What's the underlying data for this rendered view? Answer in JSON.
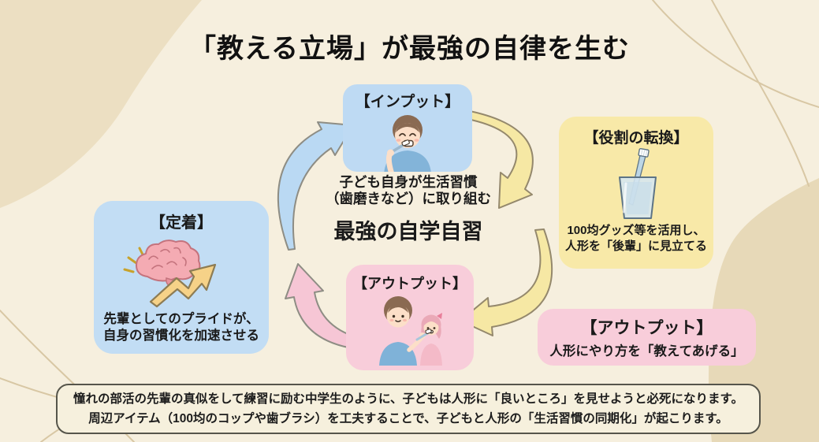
{
  "title": "「教える立場」が最強の自律を生む",
  "center_caption": "最強の自学自習",
  "nodes": {
    "input": {
      "label": "【インプット】",
      "caption_line1": "子ども自身が生活習慣",
      "caption_line2": "（歯磨きなど）に取り組む",
      "color": "#bedaf3"
    },
    "role": {
      "label": "【役割の転換】",
      "caption_line1": "100均グッズ等を活用し、",
      "caption_line2": "人形を「後輩」に見立てる",
      "color": "#f8e9a8"
    },
    "output": {
      "label": "【アウトプット】",
      "color": "#f8cdda"
    },
    "retention": {
      "label": "【定着】",
      "caption_line1": "先輩としてのプライドが、",
      "caption_line2": "自身の習慣化を加速させる",
      "color": "#c2ddf4"
    },
    "output_note": {
      "label": "【アウトプット】",
      "caption": "人形にやり方を「教えてあげる」",
      "color": "#f8cdda"
    }
  },
  "icons": {
    "input": "boy-brushing-teeth",
    "role": "toothbrush-in-cup",
    "retention": "brain-with-growth-arrow",
    "output": "boy-brushing-doll-teeth"
  },
  "arrows": [
    {
      "name": "retention-to-input",
      "color": "#bad9f3"
    },
    {
      "name": "input-to-role",
      "color": "#f6e8a4"
    },
    {
      "name": "role-to-output",
      "color": "#f6e8a4"
    },
    {
      "name": "output-to-retention",
      "color": "#f6c6d5"
    }
  ],
  "footnote": {
    "line1": "憧れの部活の先輩の真似をして練習に励む中学生のように、子どもは人形に「良いところ」を見せようと必死になります。",
    "line2": "周辺アイテム（100均のコップや歯ブラシ）を工夫することで、子どもと人形の「生活習慣の同期化」が起こります。"
  },
  "colors": {
    "background": "#f6efde",
    "background_blob": "#ecdfc2",
    "background_blob_right": "#e7d9b8",
    "decorative_line": "#d8c7a4",
    "footnote_border": "#56554b",
    "text": "#1a1a1a"
  }
}
